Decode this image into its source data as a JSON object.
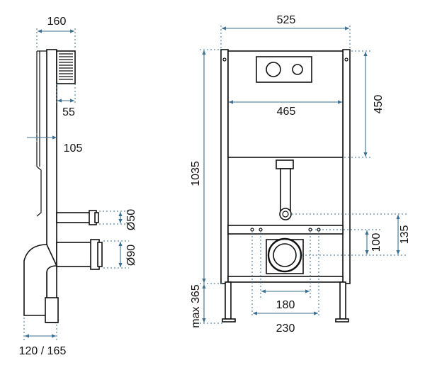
{
  "colors": {
    "dimension": "#3a6f92",
    "outline": "#111111",
    "background": "#ffffff"
  },
  "side_view": {
    "top_width": "160",
    "thread_depth": "55",
    "frame_depth": "105",
    "small_pipe_diameter": "Ø50",
    "large_pipe_diameter": "Ø90",
    "bottom_offset": "120 / 165"
  },
  "front_view": {
    "overall_width": "525",
    "cistern_height": "450",
    "inner_width": "465",
    "overall_height": "1035",
    "leg_extension": "max 365",
    "outlet_height_upper": "135",
    "outlet_height_lower": "100",
    "stud_spacing_inner": "180",
    "stud_spacing_outer": "230"
  }
}
